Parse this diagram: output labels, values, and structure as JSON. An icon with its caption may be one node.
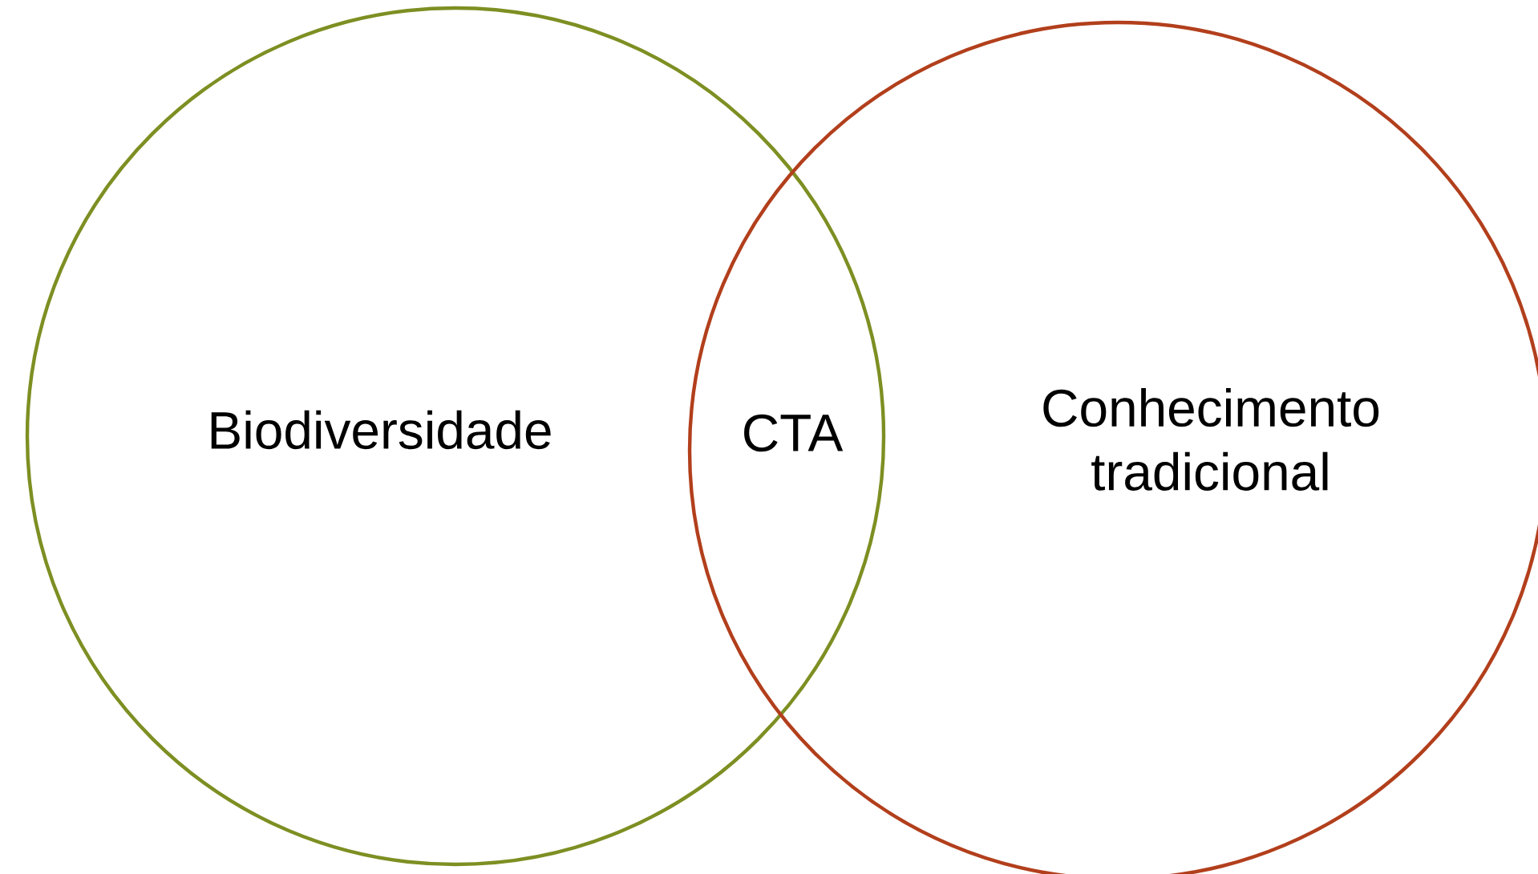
{
  "diagram": {
    "nodes": [
      {
        "text": [
          "Biodiversidade"
        ]
      },
      {
        "text": [
          "Conhecimento tradicional"
        ]
      }
    ],
    "edges": [],
    "labels": [
      "CTA"
    ]
  }
}
